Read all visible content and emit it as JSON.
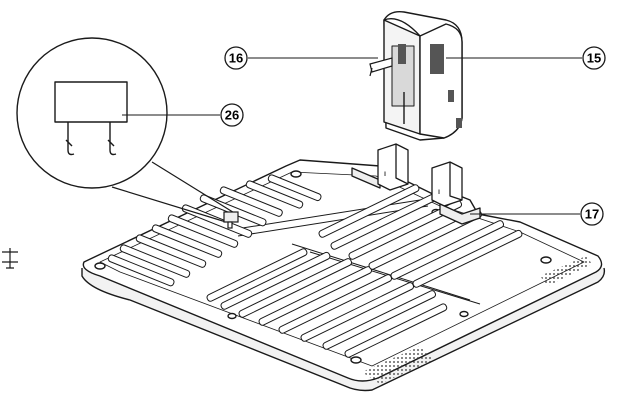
{
  "diagram": {
    "callouts": [
      {
        "id": "charging-station-base",
        "label": "15"
      },
      {
        "id": "charging-contacts",
        "label": "16"
      },
      {
        "id": "base-plate-mount",
        "label": "17"
      },
      {
        "id": "mounting-clip",
        "label": "26"
      }
    ],
    "colors": {
      "line": "#1a1a1a",
      "fill": "#ffffff",
      "shade": "#d9d9d9",
      "dark": "#555555"
    }
  }
}
